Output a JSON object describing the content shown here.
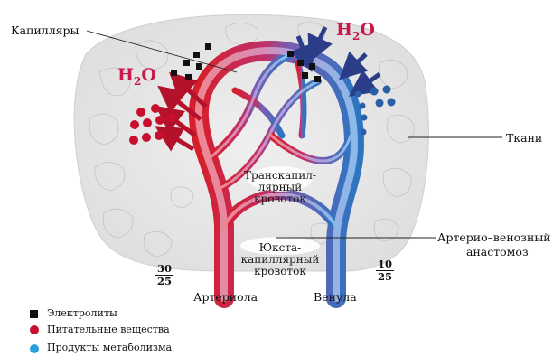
{
  "labels": {
    "capillaries": "Капилляры",
    "tissue": "Ткани",
    "av_anastomosis_line1": "Артерио–венозный",
    "av_anastomosis_line2": "анастомоз",
    "arteriole": "Артериола",
    "venule": "Венула",
    "transcapillary_line1": "Транскапил-",
    "transcapillary_line2": "лярный",
    "transcapillary_line3": "кровоток",
    "juxta_line1": "Юкста-",
    "juxta_line2": "капиллярный",
    "juxta_line3": "кровоток",
    "h2o_left": "H",
    "h2o_left_sub": "2",
    "h2o_left_tail": "O",
    "h2o_right": "H",
    "h2o_right_sub": "2",
    "h2o_right_tail": "O"
  },
  "pressure": {
    "arterial_num": "30",
    "arterial_den": "25",
    "venous_num": "10",
    "venous_den": "25"
  },
  "legend": [
    {
      "label": "Электролиты",
      "color": "#111111",
      "shape": "square"
    },
    {
      "label": "Питательные вещества",
      "color": "#c8102e",
      "shape": "circle"
    },
    {
      "label": "Продукты метаболизма",
      "color": "#2a9fe0",
      "shape": "circle"
    }
  ],
  "colors": {
    "arterial": "#d8232a",
    "venous": "#2f74c0",
    "mixed": "#8a4aa0",
    "tissue": "#e6e6e6",
    "h2o": "#c8184a",
    "arrow_red": "#b3122a",
    "arrow_blue": "#2a3d86"
  }
}
